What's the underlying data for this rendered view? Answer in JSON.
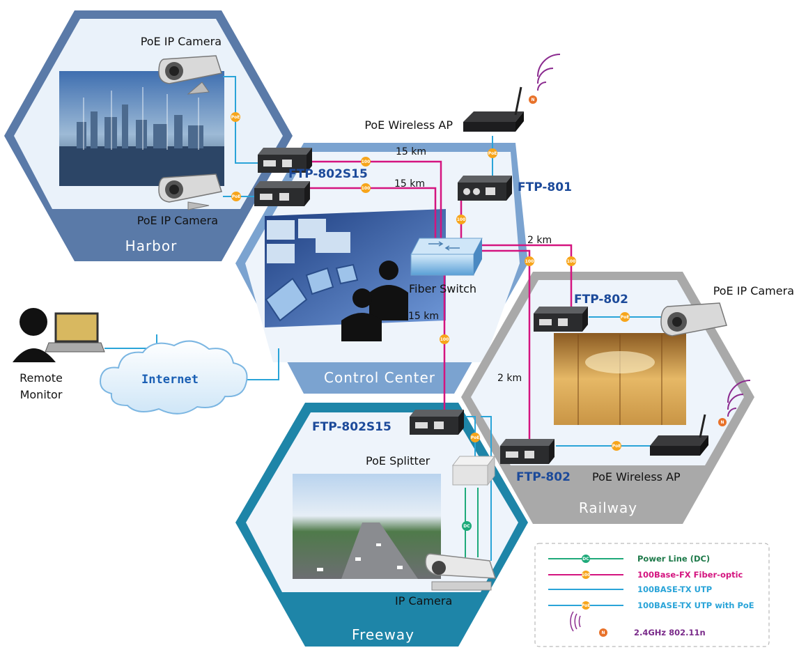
{
  "zones": {
    "harbor": "Harbor",
    "control_center": "Control Center",
    "railway": "Railway",
    "freeway": "Freeway"
  },
  "devices": {
    "harbor_camera_top": "PoE IP Camera",
    "harbor_camera_bottom": "PoE IP Camera",
    "wireless_ap_top": "PoE Wireless AP",
    "ftp_802s15_harbor": "FTP-802S15",
    "ftp_801": "FTP-801",
    "fiber_switch": "Fiber Switch",
    "railway_camera": "PoE IP Camera",
    "ftp_802_top": "FTP-802",
    "ftp_802_bottom": "FTP-802",
    "railway_wireless_ap": "PoE Wireless AP",
    "ftp_802s15_freeway": "FTP-802S15",
    "poe_splitter": "PoE Splitter",
    "ip_camera": "IP Camera",
    "remote_monitor_line1": "Remote",
    "remote_monitor_line2": "Monitor",
    "internet": "Internet"
  },
  "distances": {
    "harbor_link_1": "15 km",
    "harbor_link_2": "15 km",
    "freeway_link": "15 km",
    "railway_link_top": "2 km",
    "railway_link_side": "2 km"
  },
  "badges": {
    "poe": "PoE",
    "fiber": "100",
    "dc": "DC",
    "wireless": "N"
  },
  "legend": {
    "items": [
      {
        "label": "Power Line (DC)",
        "color": "#1e7a4a"
      },
      {
        "label": "100Base-FX Fiber-optic",
        "color": "#d4147f"
      },
      {
        "label": "100BASE-TX UTP",
        "color": "#2aa4d8"
      },
      {
        "label": "100BASE-TX UTP with PoE",
        "color": "#2aa4d8"
      },
      {
        "label": "2.4GHz 802.11n",
        "color": "#7a2b8a"
      }
    ]
  },
  "colors": {
    "harbor": "#5a7aa8",
    "control_center": "#7ba3d0",
    "railway": "#a9a9a9",
    "freeway": "#1e85a8",
    "fiber_line": "#d4147f",
    "utp_line": "#2aa4d8",
    "dc_line": "#1eaa7a",
    "badge": "#f7a51b"
  }
}
